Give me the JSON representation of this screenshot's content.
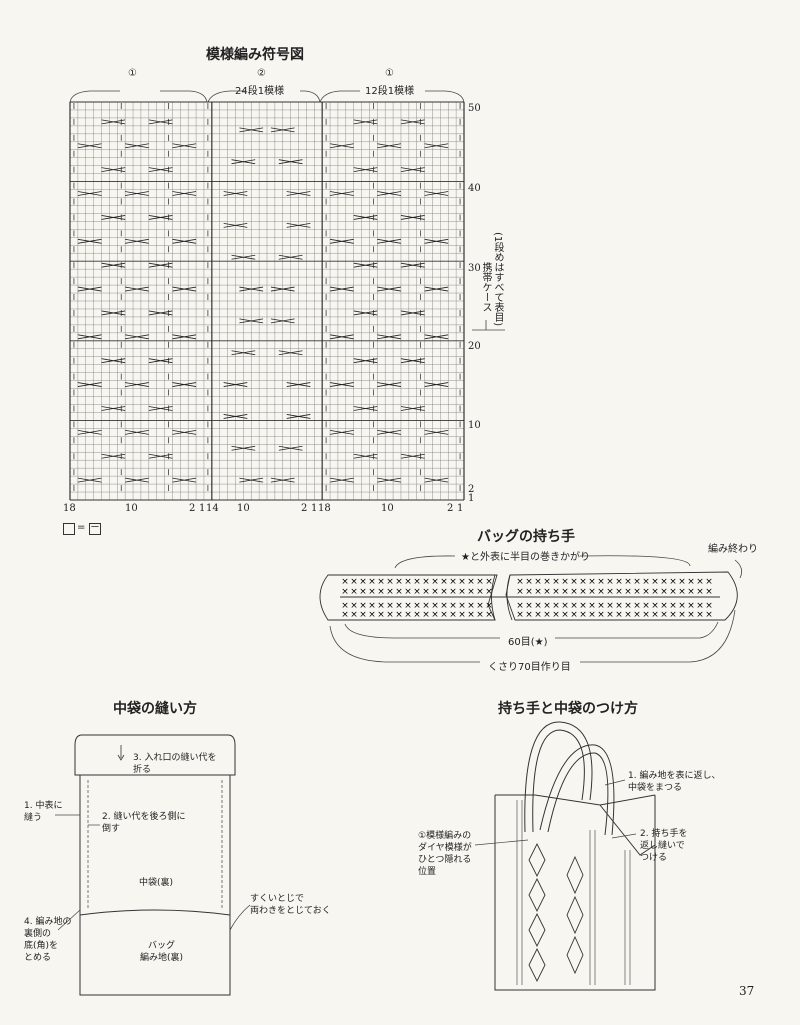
{
  "chart": {
    "title": "模様編み符号図",
    "sections": [
      {
        "mark": "①",
        "label": ""
      },
      {
        "mark": "②",
        "label": "24段1模様"
      },
      {
        "mark": "①",
        "label": "12段1模様"
      }
    ],
    "row_labels": [
      "50",
      "40",
      "30",
      "20",
      "10",
      "2",
      "1"
    ],
    "col_labels_a": [
      "18",
      "10",
      "2",
      "1"
    ],
    "col_labels_b": [
      "14",
      "10",
      "2",
      "1"
    ],
    "col_labels_c": [
      "18",
      "10",
      "2",
      "1"
    ],
    "side_note": "(1段めはすべて表目)",
    "side_label": "携帯ケース",
    "legend_eq": "=",
    "legend_symbol": "ー"
  },
  "handle": {
    "title": "バッグの持ち手",
    "top_note": "★と外表に半目の巻きかがり",
    "end_label": "編み終わり",
    "count_star": "60目(★)",
    "chain_note": "くさり70目作り目"
  },
  "inner_bag": {
    "title": "中袋の縫い方",
    "step3": "3. 入れ口の縫い代を\n折る",
    "step1": "1. 中表に\n縫う",
    "step2": "2. 縫い代を後ろ側に\n倒す",
    "inner_label": "中袋(裏)",
    "slip_note": "すくいとじで\n両わきをとじておく",
    "step4": "4. 編み地の\n裏側の\n底(角)を\nとめる",
    "bag_label": "バッグ\n編み地(裏)"
  },
  "attach": {
    "title": "持ち手と中袋のつけ方",
    "step1": "1. 編み地を表に返し、\n中袋をまつる",
    "diamond_note": "①模様編みの\nダイヤ模様が\nひとつ隠れる\n位置",
    "step2": "2. 持ち手を\n返し縫いで\nつける"
  },
  "page_number": "37"
}
